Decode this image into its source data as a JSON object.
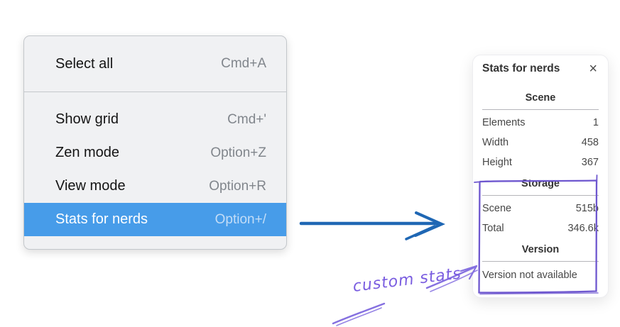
{
  "menu": {
    "groups": [
      {
        "items": [
          {
            "label": "Select all",
            "shortcut": "Cmd+A",
            "highlighted": false
          }
        ]
      },
      {
        "items": [
          {
            "label": "Show grid",
            "shortcut": "Cmd+'",
            "highlighted": false
          },
          {
            "label": "Zen mode",
            "shortcut": "Option+Z",
            "highlighted": false
          },
          {
            "label": "View mode",
            "shortcut": "Option+R",
            "highlighted": false
          },
          {
            "label": "Stats for nerds",
            "shortcut": "Option+/",
            "highlighted": true
          }
        ]
      }
    ],
    "highlight_color": "#479ce9"
  },
  "stats_panel": {
    "title": "Stats for nerds",
    "close_icon": "×",
    "sections": [
      {
        "heading": "Scene",
        "rows": [
          {
            "label": "Elements",
            "value": "1"
          },
          {
            "label": "Width",
            "value": "458"
          },
          {
            "label": "Height",
            "value": "367"
          }
        ]
      },
      {
        "heading": "Storage",
        "rows": [
          {
            "label": "Scene",
            "value": "515b"
          },
          {
            "label": "Total",
            "value": "346.6k"
          }
        ]
      },
      {
        "heading": "Version",
        "rows": [],
        "note": "Version not available"
      }
    ]
  },
  "annotations": {
    "custom_stats_label": "custom stats",
    "blue_arrow_color": "#1f67b4",
    "purple_color": "#6e57cf",
    "purple_arrow_color": "#8570e0"
  }
}
